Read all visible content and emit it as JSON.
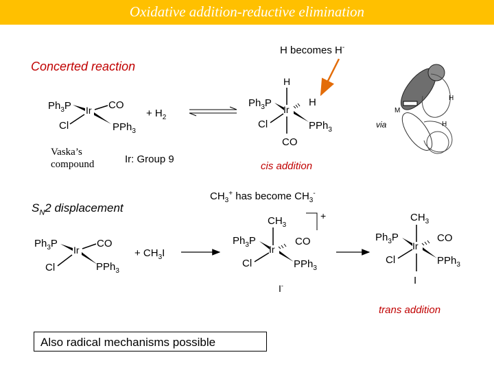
{
  "title": "Oxidative addition-reductive elimination",
  "labels": {
    "h_becomes": "H becomes H",
    "h_becomes_sup": "-",
    "concerted": "Concerted reaction",
    "via": "via",
    "vaska_line1": "Vaska’s",
    "vaska_line2": "compound",
    "ir_group": "Ir: Group 9",
    "cis_addition": "cis addition",
    "ch3_became_a": "CH",
    "ch3_became_b": "3",
    "ch3_became_c": "+",
    "ch3_became_d": " has become CH",
    "ch3_became_e": "3",
    "ch3_became_f": "-",
    "sn2_a": "S",
    "sn2_b": "N",
    "sn2_c": "2 displacement",
    "trans_addition": "trans addition",
    "radical": "Also radical mechanisms possible"
  },
  "chem": {
    "ph3p": "Ph",
    "sub3": "3",
    "p": "P",
    "co": "CO",
    "cl": "Cl",
    "pph": "PPh",
    "ir": "Ir",
    "h": "H",
    "plus": "+",
    "h2_a": "+ H",
    "h2_b": "2",
    "ch3_a": "CH",
    "ch3_b": "3",
    "ch3i_a": "+ CH",
    "ch3i_b": "3",
    "ch3i_c": "I",
    "iodide": "I",
    "iodide_sup": "-",
    "i": "I",
    "m": "M"
  },
  "colors": {
    "title_bar": "#ffc000",
    "accent_red": "#c00000",
    "arrow_orange": "#e36c09"
  }
}
